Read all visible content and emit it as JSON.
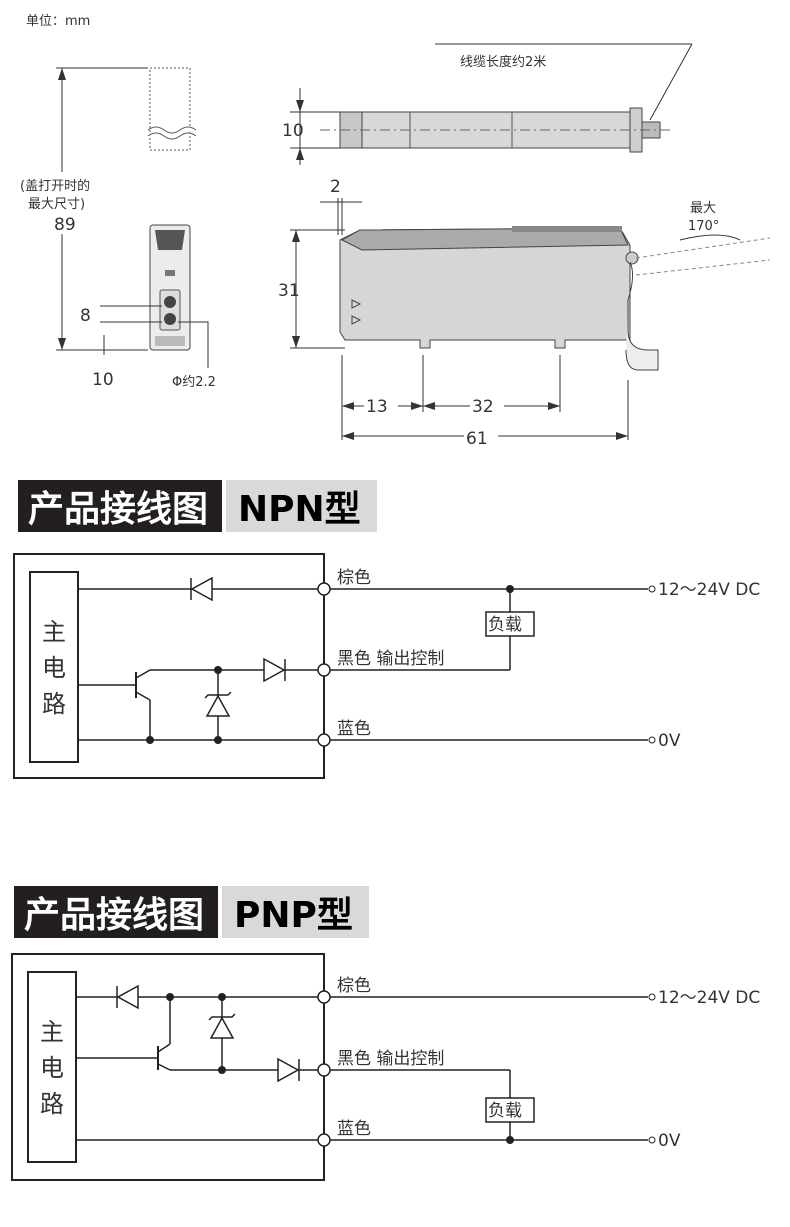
{
  "dimensions": {
    "unit": "单位：mm",
    "cable_length": "线缆长度约2米",
    "cover_note_1": "(盖打开时的",
    "cover_note_2": "最大尺寸)",
    "h89": "89",
    "h8": "8",
    "w10_bottom": "10",
    "phi": "Φ约2.2",
    "h10_top": "10",
    "w2": "2",
    "max_label": "最大",
    "angle": "170°",
    "h31": "31",
    "w13": "13",
    "w32": "32",
    "w61": "61"
  },
  "npn": {
    "title": "产品接线图",
    "type": "NPN型",
    "main_circuit": [
      "主",
      "电",
      "路"
    ],
    "brown": "棕色",
    "black": "黑色 输出控制",
    "blue": "蓝色",
    "load": "负载",
    "supply": "12～24V DC",
    "zero": "0V"
  },
  "pnp": {
    "title": "产品接线图",
    "type": "PNP型",
    "main_circuit": [
      "主",
      "电",
      "路"
    ],
    "brown": "棕色",
    "black": "黑色 输出控制",
    "blue": "蓝色",
    "load": "负载",
    "supply": "12～24V DC",
    "zero": "0V"
  }
}
